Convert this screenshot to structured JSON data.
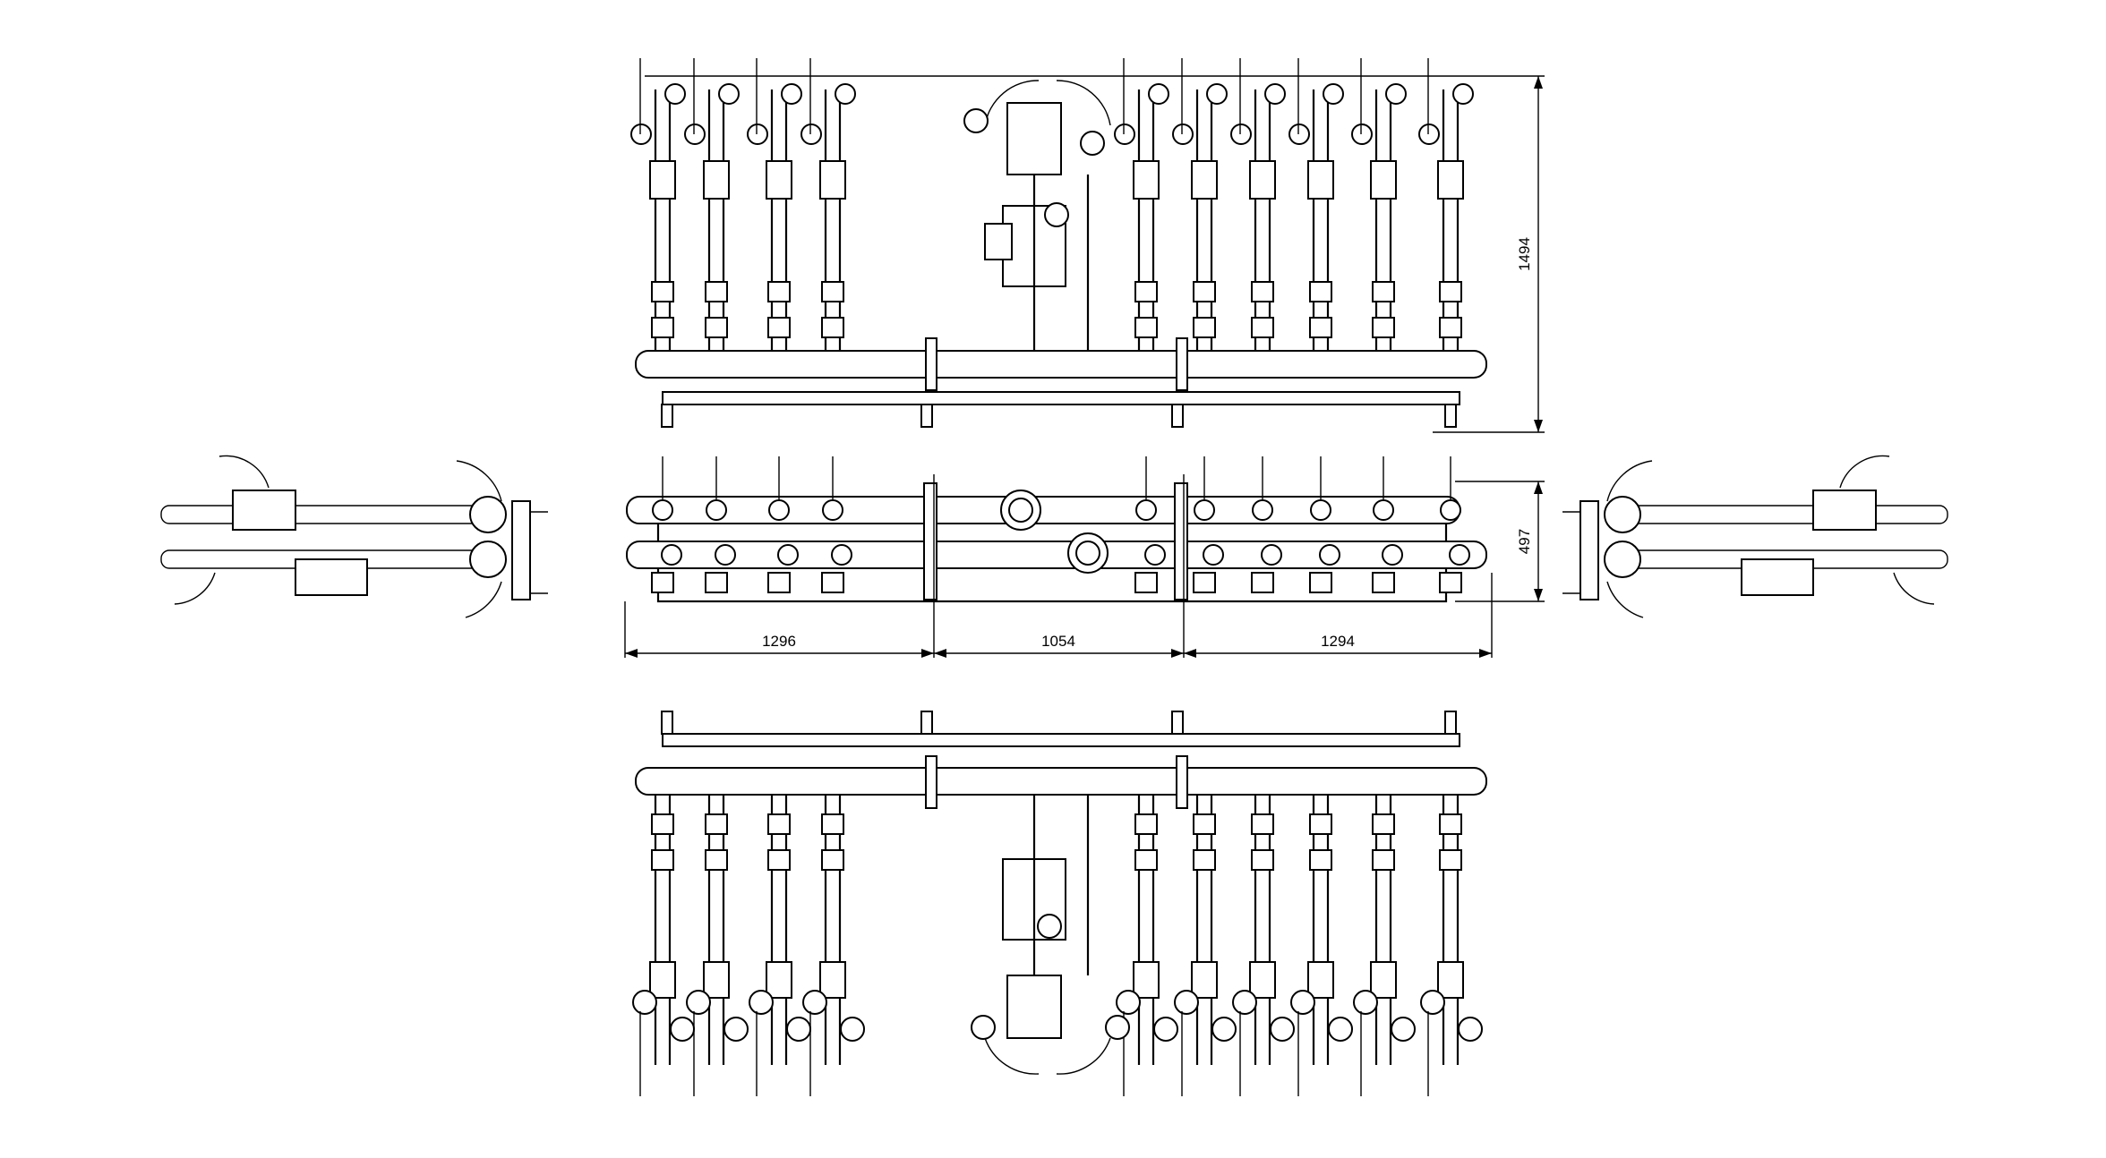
{
  "drawing": {
    "views": [
      "front-view",
      "top-view",
      "bottom-view",
      "left-side-view",
      "right-side-view"
    ],
    "dimensions": {
      "height_front": "1494",
      "depth_top": "497",
      "seg_left": "1296",
      "seg_middle": "1054",
      "seg_right": "1294"
    }
  },
  "colors": {
    "line": "#000000",
    "background": "#ffffff"
  }
}
